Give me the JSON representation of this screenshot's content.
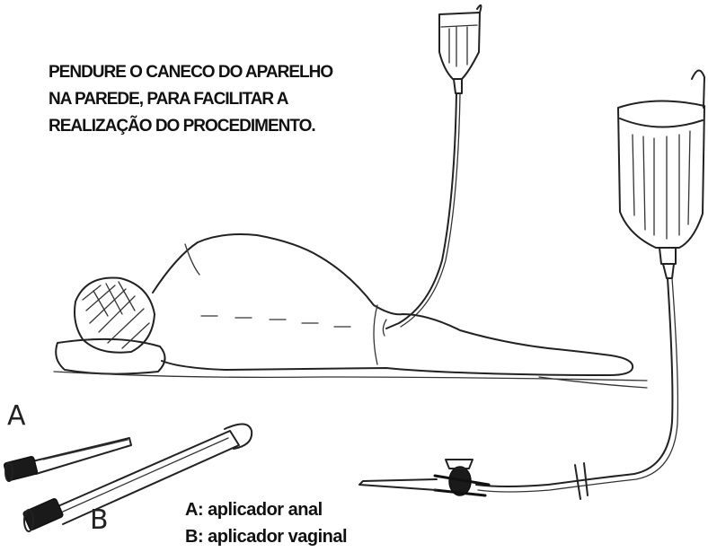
{
  "caption_lines": [
    "PENDURE O CANECO DO APARELHO",
    "NA PAREDE, PARA FACILITAR A",
    "REALIZAÇÃO DO PROCEDIMENTO."
  ],
  "label_a": "A",
  "label_b": "B",
  "legend": {
    "a": "A: aplicador anal",
    "b": "B: aplicador vaginal"
  }
}
